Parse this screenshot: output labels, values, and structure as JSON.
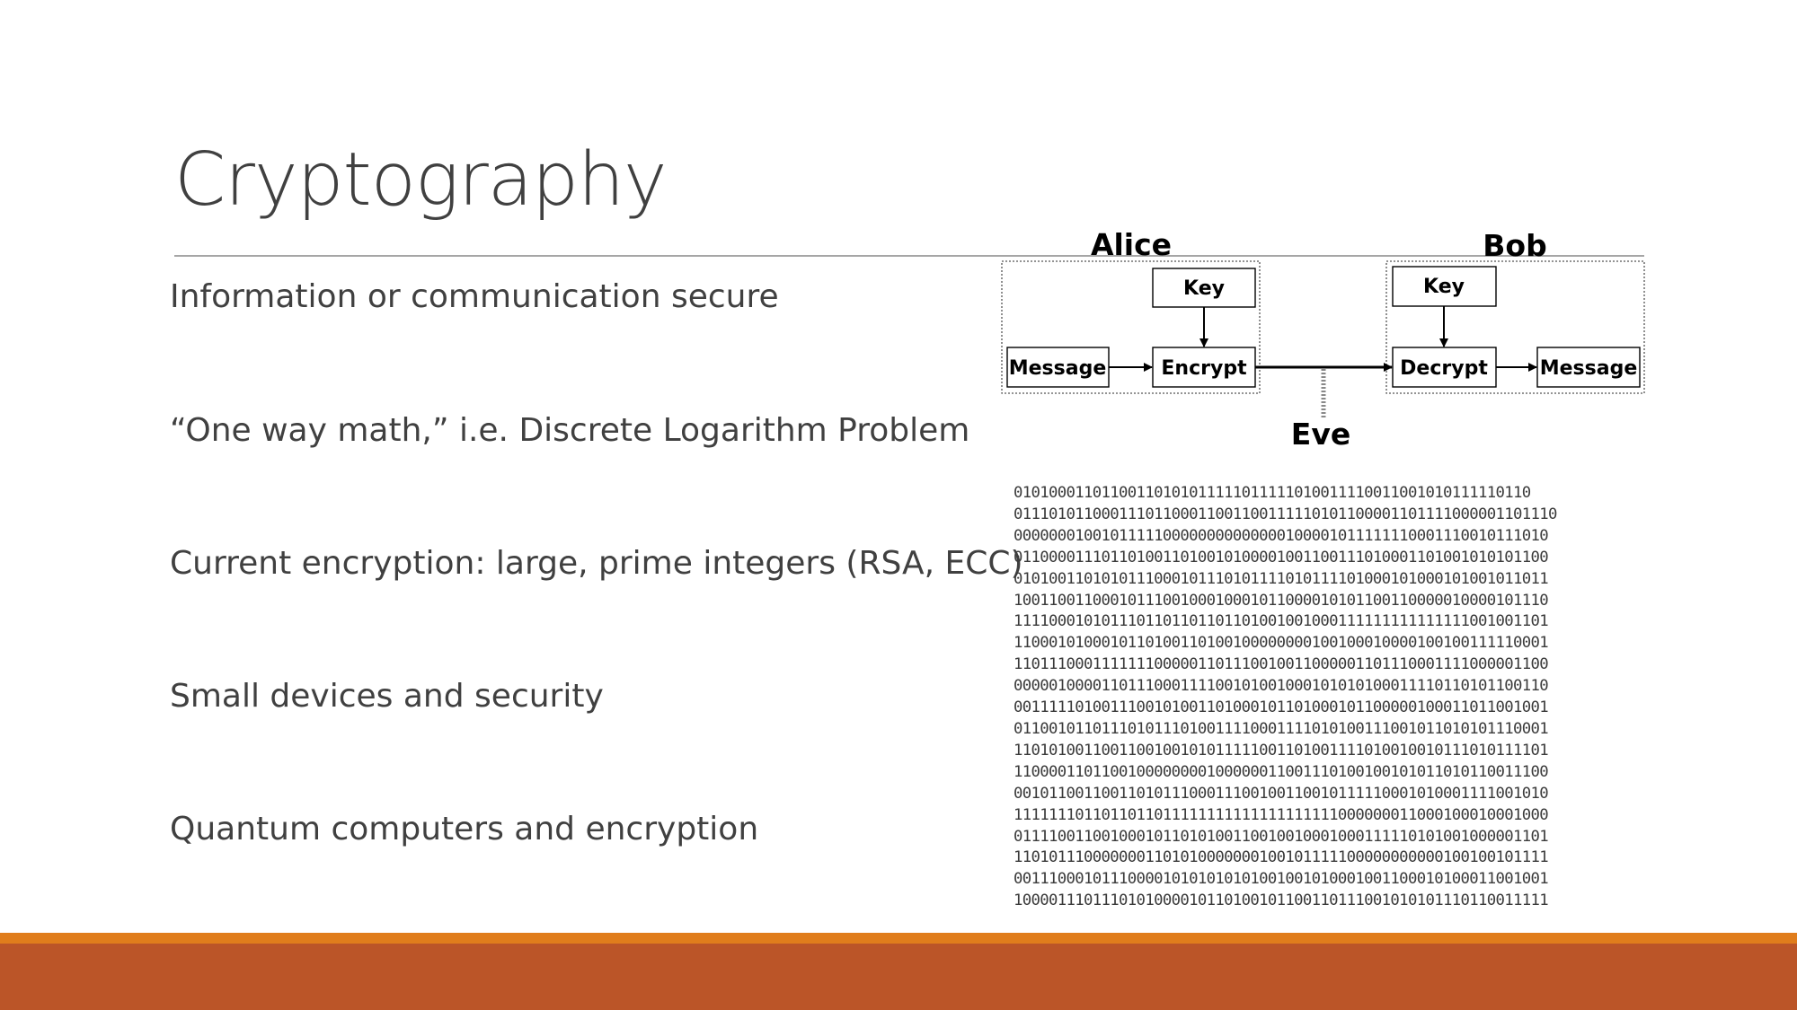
{
  "slide": {
    "title": "Cryptography",
    "bullets": [
      "Information or communication secure",
      "“One way math,” i.e. Discrete Logarithm Problem",
      "Current encryption: large, prime integers (RSA, ECC)",
      "Small devices and security",
      "Quantum computers and encryption"
    ]
  },
  "diagram": {
    "alice": "Alice",
    "bob": "Bob",
    "eve": "Eve",
    "alice_key": "Key",
    "alice_message": "Message",
    "encrypt": "Encrypt",
    "bob_key": "Key",
    "decrypt": "Decrypt",
    "bob_message": "Message"
  },
  "binary_lines": [
    "01010001101100110101011111011111010011110011001010111110110",
    "01110101100011101100011001100111110101100001101111000001101110",
    "0000000100101111100000000000000100001011111110001110010111010",
    "0110000111011010011010010100001001100111010001101001010101100",
    "0101001101010111000101110101111010111101000101000101001011011",
    "1001100110001011100100010001011000010101100110000010000101110",
    "1111000101011101101101101101001001000111111111111111001001101",
    "1100010100010110100110100100000000100100010000100100111110001",
    "1101110001111111000001101110010011000001101110001111000001100",
    "0000010000110111000111100101001000101010100011110110101100110",
    "0011111010011100101001101000101101000101100000100011011001001",
    "0110010110111010111010011110001111010100111001011010101110001",
    "1101010011001100100101011111001101001111010010010111010111101",
    "1100001101100100000000100000011001110100100101011010110011100",
    "0010110011001101011100011100100110010111110001010001111001010",
    "1111111011011011011111111111111111111000000011000100010001000",
    "0111100110010001011010100110010010001000111110101001000001101",
    "1101011100000001101010000000100101111100000000000100100101111",
    "0011100010111000010101010101001001010001001100010100011001001",
    "1000011101110101000010110100101100110111001010101110110011111"
  ],
  "colors": {
    "title": "#404040",
    "body_text": "#404040",
    "title_rule": "#a6a6a6",
    "footer_stripe": "#e07d1c",
    "footer_bar": "#bb5528"
  }
}
